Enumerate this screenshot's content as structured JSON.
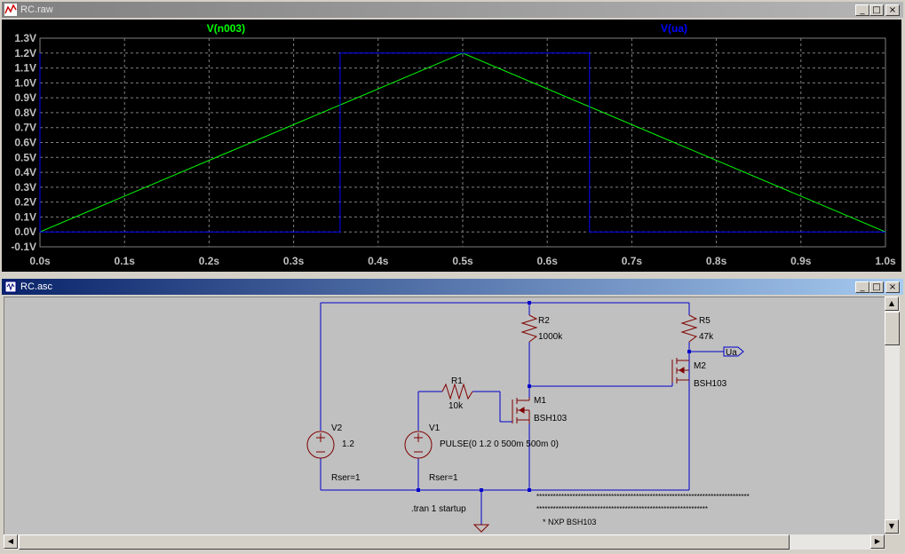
{
  "plot_window": {
    "title": "RC.raw",
    "traces": [
      {
        "name": "V(n003)",
        "color": "#00ff00"
      },
      {
        "name": "V(ua)",
        "color": "#0000ff"
      }
    ],
    "y_ticks": [
      "1.3V",
      "1.2V",
      "1.1V",
      "1.0V",
      "0.9V",
      "0.8V",
      "0.7V",
      "0.6V",
      "0.5V",
      "0.4V",
      "0.3V",
      "0.2V",
      "0.1V",
      "0.0V",
      "-0.1V"
    ],
    "x_ticks": [
      "0.0s",
      "0.1s",
      "0.2s",
      "0.3s",
      "0.4s",
      "0.5s",
      "0.6s",
      "0.7s",
      "0.8s",
      "0.9s",
      "1.0s"
    ]
  },
  "chart_data": {
    "type": "line",
    "xlim": [
      0,
      1.0
    ],
    "ylim": [
      -0.1,
      1.3
    ],
    "grid": true,
    "series": [
      {
        "name": "V(n003)",
        "color": "#00ff00",
        "x": [
          0,
          0.5,
          1.0
        ],
        "y": [
          0,
          1.2,
          0
        ]
      },
      {
        "name": "V(ua)",
        "color": "#0000ff",
        "x": [
          0,
          0,
          0.355,
          0.355,
          0.65,
          0.65,
          1.0
        ],
        "y": [
          1.2,
          0,
          0,
          1.2,
          1.2,
          0,
          0
        ]
      }
    ]
  },
  "schematic_window": {
    "title": "RC.asc",
    "components": {
      "r2": {
        "name": "R2",
        "value": "1000k"
      },
      "r5": {
        "name": "R5",
        "value": "47k"
      },
      "r1": {
        "name": "R1",
        "value": "10k"
      },
      "m1": {
        "name": "M1",
        "value": "BSH103"
      },
      "m2": {
        "name": "M2",
        "value": "BSH103"
      },
      "v2": {
        "name": "V2",
        "value": "1.2",
        "rser": "Rser=1"
      },
      "v1": {
        "name": "V1",
        "value": "PULSE(0 1.2 0 500m 500m 0)",
        "rser": "Rser=1"
      }
    },
    "net_label": "Ua",
    "directive": ".tran 1 startup",
    "comment_lines": [
      "*****************************************************************************",
      "**************************************************************",
      "* NXP BSH103"
    ]
  }
}
